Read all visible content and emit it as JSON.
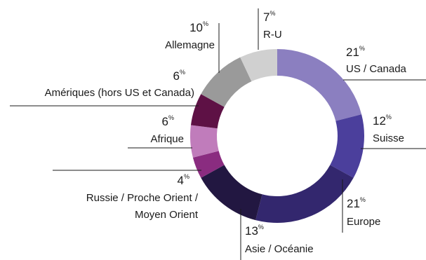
{
  "chart_data": {
    "type": "pie",
    "donut": true,
    "unit": "%",
    "slices": [
      {
        "label": "US / Canada",
        "value": 21,
        "color": "#8b7fc0"
      },
      {
        "label": "Suisse",
        "value": 12,
        "color": "#4b3f9c"
      },
      {
        "label": "Europe",
        "value": 21,
        "color": "#33276e"
      },
      {
        "label": "Asie / Océanie",
        "value": 13,
        "color": "#221741"
      },
      {
        "label": "Russie / Proche Orient / Moyen Orient",
        "label_lines": [
          "Russie / Proche Orient /",
          "Moyen Orient"
        ],
        "value": 4,
        "color": "#8a2c80"
      },
      {
        "label": "Afrique",
        "value": 6,
        "color": "#c07cbb"
      },
      {
        "label": "Amériques (hors US et Canada)",
        "value": 6,
        "color": "#5e1145"
      },
      {
        "label": "Allemagne",
        "value": 10,
        "color": "#9a9a9a"
      },
      {
        "label": "R-U",
        "value": 7,
        "color": "#d0d0d0"
      }
    ]
  }
}
